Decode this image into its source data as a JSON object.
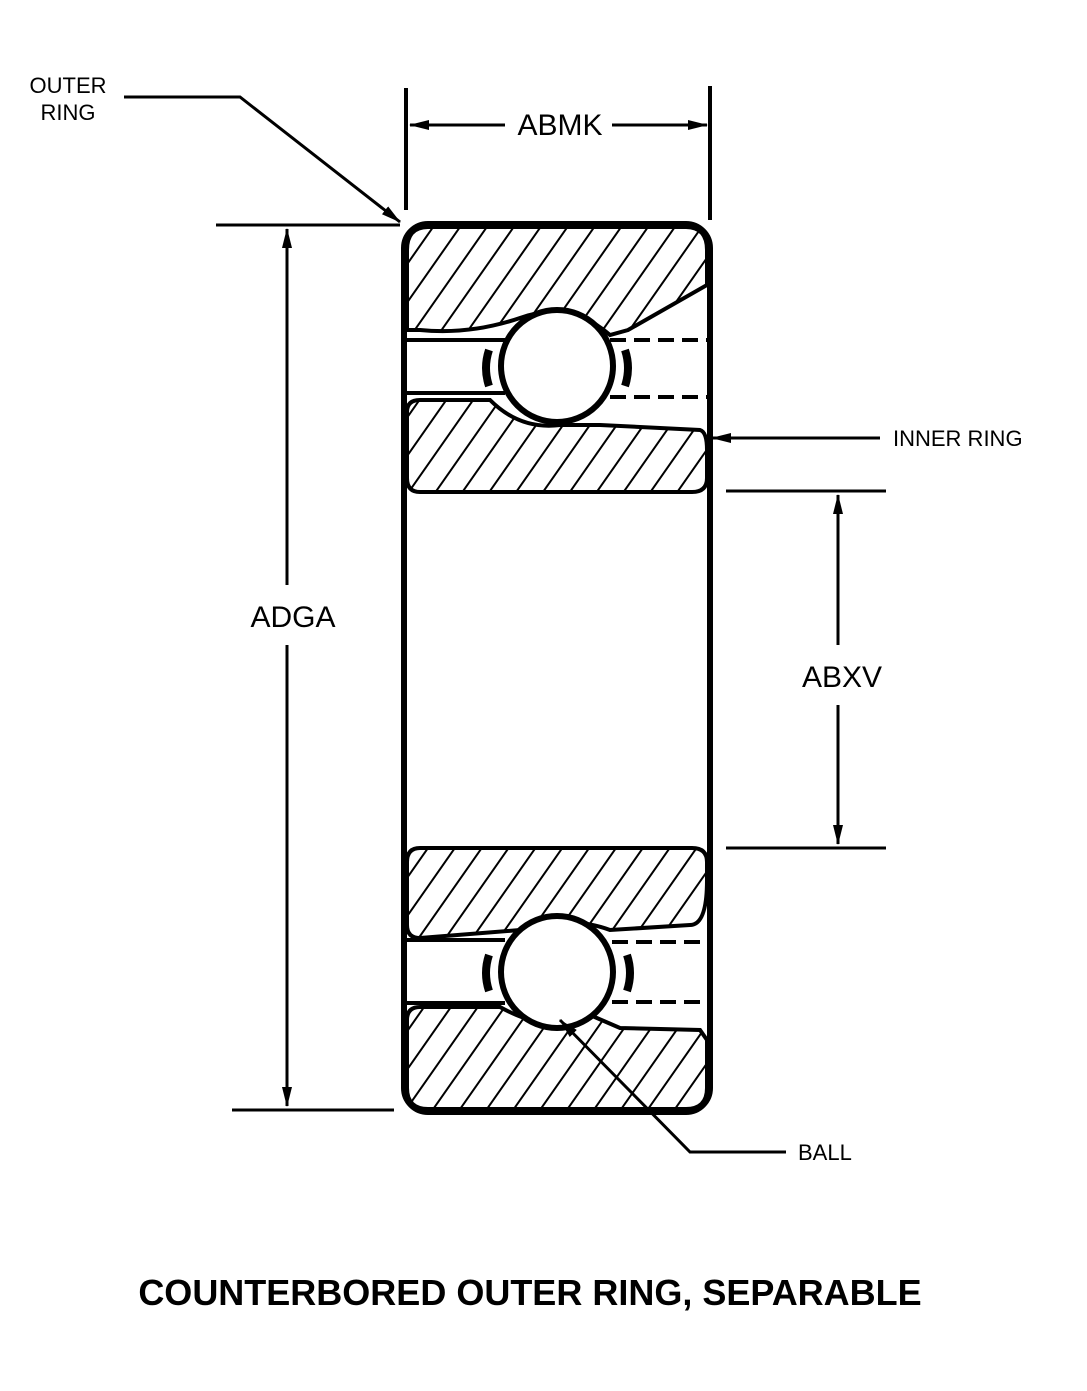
{
  "labels": {
    "outer_ring_line1": "OUTER",
    "outer_ring_line2": "RING",
    "inner_ring": "INNER RING",
    "ball": "BALL",
    "dim_width": "ABMK",
    "dim_outer_diameter": "ADGA",
    "dim_bore": "ABXV"
  },
  "title": "COUNTERBORED OUTER RING, SEPARABLE",
  "colors": {
    "ink": "#000000",
    "paper": "#ffffff"
  }
}
